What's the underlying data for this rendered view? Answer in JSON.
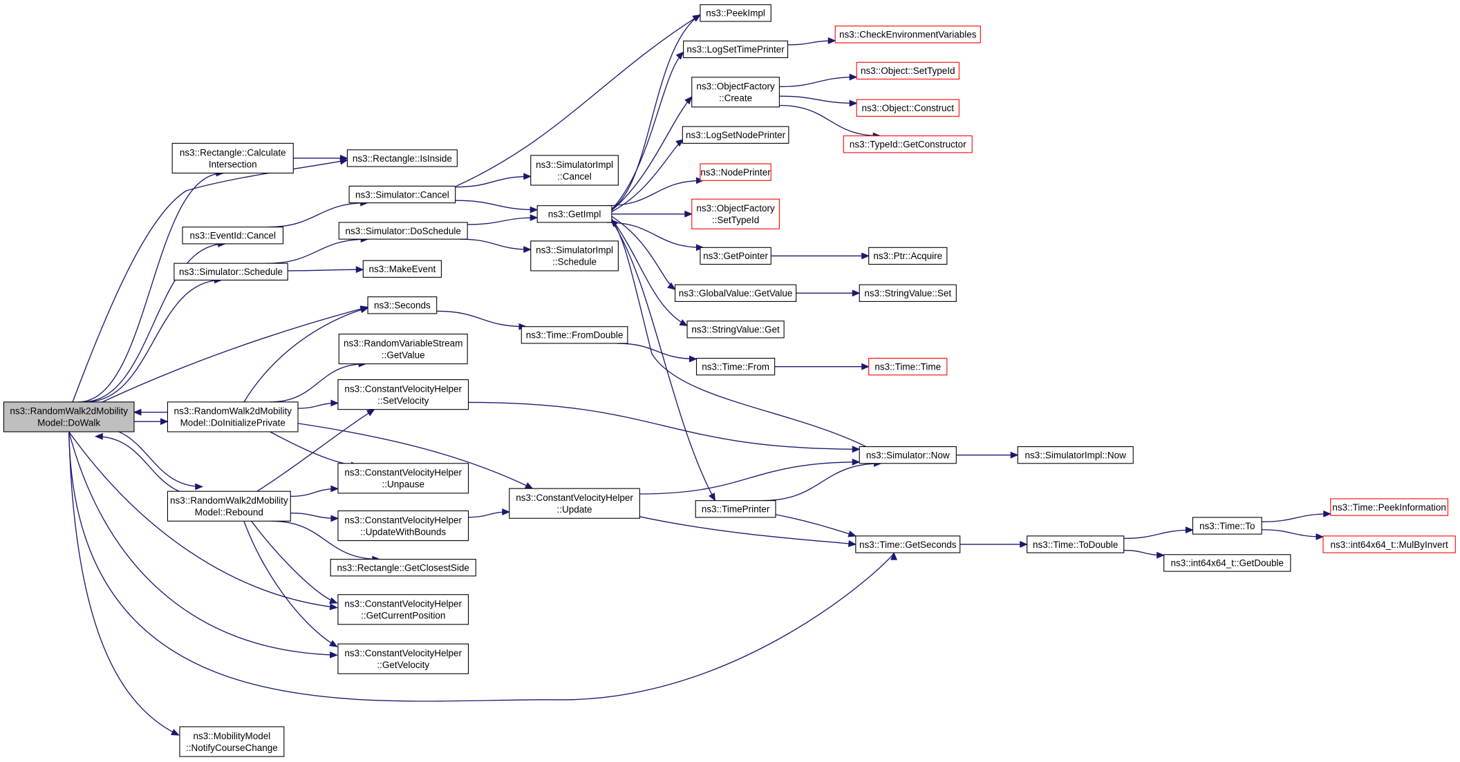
{
  "colors": {
    "edge": "#191970",
    "root_fill": "#bfbfbf",
    "node_fill": "#ffffff",
    "node_border": "#000000",
    "truncated_border": "#ff0000"
  },
  "nodes": [
    {
      "id": "dowalk",
      "lines": [
        "ns3::RandomWalk2dMobility",
        "Model::DoWalk"
      ],
      "style": "root"
    },
    {
      "id": "rect_calc",
      "lines": [
        "ns3::Rectangle::Calculate",
        "Intersection"
      ]
    },
    {
      "id": "eventid_cancel",
      "lines": [
        "ns3::EventId::Cancel"
      ]
    },
    {
      "id": "sim_schedule",
      "lines": [
        "ns3::Simulator::Schedule"
      ]
    },
    {
      "id": "doinit",
      "lines": [
        "ns3::RandomWalk2dMobility",
        "Model::DoInitializePrivate"
      ]
    },
    {
      "id": "rebound",
      "lines": [
        "ns3::RandomWalk2dMobility",
        "Model::Rebound"
      ]
    },
    {
      "id": "notify",
      "lines": [
        "ns3::MobilityModel",
        "::NotifyCourseChange"
      ]
    },
    {
      "id": "rect_isinside",
      "lines": [
        "ns3::Rectangle::IsInside"
      ]
    },
    {
      "id": "sim_cancel",
      "lines": [
        "ns3::Simulator::Cancel"
      ]
    },
    {
      "id": "sim_doschedule",
      "lines": [
        "ns3::Simulator::DoSchedule"
      ]
    },
    {
      "id": "makeevent",
      "lines": [
        "ns3::MakeEvent"
      ]
    },
    {
      "id": "seconds",
      "lines": [
        "ns3::Seconds"
      ]
    },
    {
      "id": "rvs_getvalue",
      "lines": [
        "ns3::RandomVariableStream",
        "::GetValue"
      ]
    },
    {
      "id": "cvh_setvelocity",
      "lines": [
        "ns3::ConstantVelocityHelper",
        "::SetVelocity"
      ]
    },
    {
      "id": "cvh_unpause",
      "lines": [
        "ns3::ConstantVelocityHelper",
        "::Unpause"
      ]
    },
    {
      "id": "cvh_updatewithbounds",
      "lines": [
        "ns3::ConstantVelocityHelper",
        "::UpdateWithBounds"
      ]
    },
    {
      "id": "rect_closest",
      "lines": [
        "ns3::Rectangle::GetClosestSide"
      ]
    },
    {
      "id": "cvh_getcurrentposition",
      "lines": [
        "ns3::ConstantVelocityHelper",
        "::GetCurrentPosition"
      ]
    },
    {
      "id": "cvh_getvelocity",
      "lines": [
        "ns3::ConstantVelocityHelper",
        "::GetVelocity"
      ]
    },
    {
      "id": "simimpl_cancel",
      "lines": [
        "ns3::SimulatorImpl",
        "::Cancel"
      ]
    },
    {
      "id": "simimpl_schedule",
      "lines": [
        "ns3::SimulatorImpl",
        "::Schedule"
      ]
    },
    {
      "id": "getimpl",
      "lines": [
        "ns3::GetImpl"
      ]
    },
    {
      "id": "time_fromdouble",
      "lines": [
        "ns3::Time::FromDouble"
      ]
    },
    {
      "id": "cvh_update",
      "lines": [
        "ns3::ConstantVelocityHelper",
        "::Update"
      ]
    },
    {
      "id": "peekimpl",
      "lines": [
        "ns3::PeekImpl"
      ]
    },
    {
      "id": "logsettimeprinter",
      "lines": [
        "ns3::LogSetTimePrinter"
      ]
    },
    {
      "id": "of_create",
      "lines": [
        "ns3::ObjectFactory",
        "::Create"
      ]
    },
    {
      "id": "logsetnodeprinter",
      "lines": [
        "ns3::LogSetNodePrinter"
      ]
    },
    {
      "id": "nodeprinter",
      "lines": [
        "ns3::NodePrinter"
      ],
      "style": "red"
    },
    {
      "id": "of_settypeid",
      "lines": [
        "ns3::ObjectFactory",
        "::SetTypeId"
      ],
      "style": "red"
    },
    {
      "id": "getpointer",
      "lines": [
        "ns3::GetPointer"
      ]
    },
    {
      "id": "gv_getvalue",
      "lines": [
        "ns3::GlobalValue::GetValue"
      ]
    },
    {
      "id": "sv_get",
      "lines": [
        "ns3::StringValue::Get"
      ]
    },
    {
      "id": "time_from",
      "lines": [
        "ns3::Time::From"
      ]
    },
    {
      "id": "timeprinter",
      "lines": [
        "ns3::TimePrinter"
      ]
    },
    {
      "id": "checkenv",
      "lines": [
        "ns3::CheckEnvironmentVariables"
      ],
      "style": "red"
    },
    {
      "id": "obj_settypeid",
      "lines": [
        "ns3::Object::SetTypeId"
      ],
      "style": "red"
    },
    {
      "id": "obj_construct",
      "lines": [
        "ns3::Object::Construct"
      ],
      "style": "red"
    },
    {
      "id": "typeid_getconstructor",
      "lines": [
        "ns3::TypeId::GetConstructor"
      ],
      "style": "red"
    },
    {
      "id": "ptr_acquire",
      "lines": [
        "ns3::Ptr::Acquire"
      ]
    },
    {
      "id": "sv_set",
      "lines": [
        "ns3::StringValue::Set"
      ]
    },
    {
      "id": "time_time",
      "lines": [
        "ns3::Time::Time"
      ],
      "style": "red"
    },
    {
      "id": "sim_now",
      "lines": [
        "ns3::Simulator::Now"
      ]
    },
    {
      "id": "time_getseconds",
      "lines": [
        "ns3::Time::GetSeconds"
      ]
    },
    {
      "id": "simimpl_now",
      "lines": [
        "ns3::SimulatorImpl::Now"
      ]
    },
    {
      "id": "time_todouble",
      "lines": [
        "ns3::Time::ToDouble"
      ]
    },
    {
      "id": "time_to",
      "lines": [
        "ns3::Time::To"
      ]
    },
    {
      "id": "int64_getdouble",
      "lines": [
        "ns3::int64x64_t::GetDouble"
      ]
    },
    {
      "id": "time_peekinfo",
      "lines": [
        "ns3::Time::PeekInformation"
      ],
      "style": "red"
    },
    {
      "id": "int64_mulbyinvert",
      "lines": [
        "ns3::int64x64_t::MulByInvert"
      ],
      "style": "red"
    }
  ],
  "edges": [
    [
      "dowalk",
      "rect_calc"
    ],
    [
      "dowalk",
      "rect_isinside"
    ],
    [
      "dowalk",
      "eventid_cancel"
    ],
    [
      "dowalk",
      "sim_schedule"
    ],
    [
      "dowalk",
      "seconds"
    ],
    [
      "dowalk",
      "doinit"
    ],
    [
      "dowalk",
      "rebound"
    ],
    [
      "dowalk",
      "cvh_getcurrentposition"
    ],
    [
      "dowalk",
      "cvh_getvelocity"
    ],
    [
      "dowalk",
      "time_getseconds"
    ],
    [
      "dowalk",
      "notify"
    ],
    [
      "rect_calc",
      "rect_isinside"
    ],
    [
      "eventid_cancel",
      "sim_cancel"
    ],
    [
      "sim_schedule",
      "sim_doschedule"
    ],
    [
      "sim_schedule",
      "makeevent"
    ],
    [
      "doinit",
      "dowalk"
    ],
    [
      "doinit",
      "seconds"
    ],
    [
      "doinit",
      "rvs_getvalue"
    ],
    [
      "doinit",
      "cvh_setvelocity"
    ],
    [
      "doinit",
      "cvh_unpause"
    ],
    [
      "doinit",
      "cvh_update"
    ],
    [
      "rebound",
      "dowalk"
    ],
    [
      "rebound",
      "cvh_setvelocity"
    ],
    [
      "rebound",
      "cvh_unpause"
    ],
    [
      "rebound",
      "cvh_updatewithbounds"
    ],
    [
      "rebound",
      "rect_closest"
    ],
    [
      "rebound",
      "cvh_getcurrentposition"
    ],
    [
      "rebound",
      "cvh_getvelocity"
    ],
    [
      "sim_cancel",
      "simimpl_cancel"
    ],
    [
      "sim_cancel",
      "getimpl"
    ],
    [
      "sim_cancel",
      "peekimpl"
    ],
    [
      "sim_doschedule",
      "getimpl"
    ],
    [
      "sim_doschedule",
      "simimpl_schedule"
    ],
    [
      "seconds",
      "time_fromdouble"
    ],
    [
      "time_fromdouble",
      "time_from"
    ],
    [
      "cvh_setvelocity",
      "sim_now"
    ],
    [
      "cvh_updatewithbounds",
      "cvh_update"
    ],
    [
      "cvh_update",
      "sim_now"
    ],
    [
      "cvh_update",
      "time_getseconds"
    ],
    [
      "getimpl",
      "peekimpl"
    ],
    [
      "getimpl",
      "logsettimeprinter"
    ],
    [
      "getimpl",
      "of_create"
    ],
    [
      "getimpl",
      "logsetnodeprinter"
    ],
    [
      "getimpl",
      "nodeprinter"
    ],
    [
      "getimpl",
      "of_settypeid"
    ],
    [
      "getimpl",
      "getpointer"
    ],
    [
      "getimpl",
      "gv_getvalue"
    ],
    [
      "getimpl",
      "sv_get"
    ],
    [
      "getimpl",
      "timeprinter"
    ],
    [
      "sim_now",
      "getimpl"
    ],
    [
      "logsettimeprinter",
      "checkenv"
    ],
    [
      "of_create",
      "obj_settypeid"
    ],
    [
      "of_create",
      "obj_construct"
    ],
    [
      "of_create",
      "typeid_getconstructor"
    ],
    [
      "getpointer",
      "ptr_acquire"
    ],
    [
      "gv_getvalue",
      "sv_set"
    ],
    [
      "time_from",
      "time_time"
    ],
    [
      "timeprinter",
      "sim_now"
    ],
    [
      "timeprinter",
      "time_getseconds"
    ],
    [
      "sim_now",
      "simimpl_now"
    ],
    [
      "time_getseconds",
      "time_todouble"
    ],
    [
      "time_todouble",
      "time_to"
    ],
    [
      "time_todouble",
      "int64_getdouble"
    ],
    [
      "time_to",
      "time_peekinfo"
    ],
    [
      "time_to",
      "int64_mulbyinvert"
    ]
  ]
}
